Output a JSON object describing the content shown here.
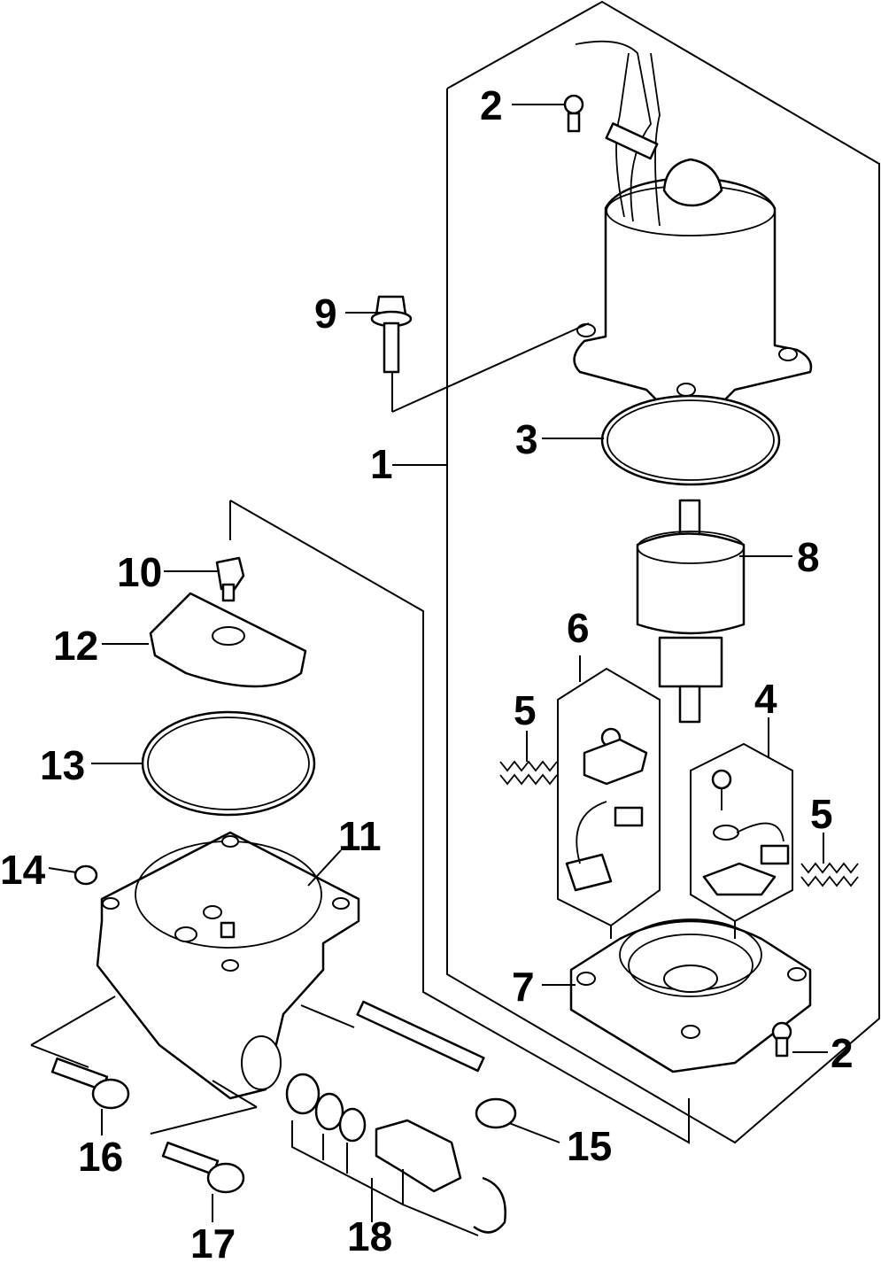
{
  "callouts": [
    {
      "id": "1",
      "label": "1"
    },
    {
      "id": "2a",
      "label": "2"
    },
    {
      "id": "2b",
      "label": "2"
    },
    {
      "id": "3",
      "label": "3"
    },
    {
      "id": "4",
      "label": "4"
    },
    {
      "id": "5a",
      "label": "5"
    },
    {
      "id": "5b",
      "label": "5"
    },
    {
      "id": "6",
      "label": "6"
    },
    {
      "id": "7",
      "label": "7"
    },
    {
      "id": "8",
      "label": "8"
    },
    {
      "id": "9",
      "label": "9"
    },
    {
      "id": "10",
      "label": "10"
    },
    {
      "id": "11",
      "label": "11"
    },
    {
      "id": "12",
      "label": "12"
    },
    {
      "id": "13",
      "label": "13"
    },
    {
      "id": "14",
      "label": "14"
    },
    {
      "id": "15",
      "label": "15"
    },
    {
      "id": "16",
      "label": "16"
    },
    {
      "id": "17",
      "label": "17"
    },
    {
      "id": "18",
      "label": "18"
    }
  ]
}
